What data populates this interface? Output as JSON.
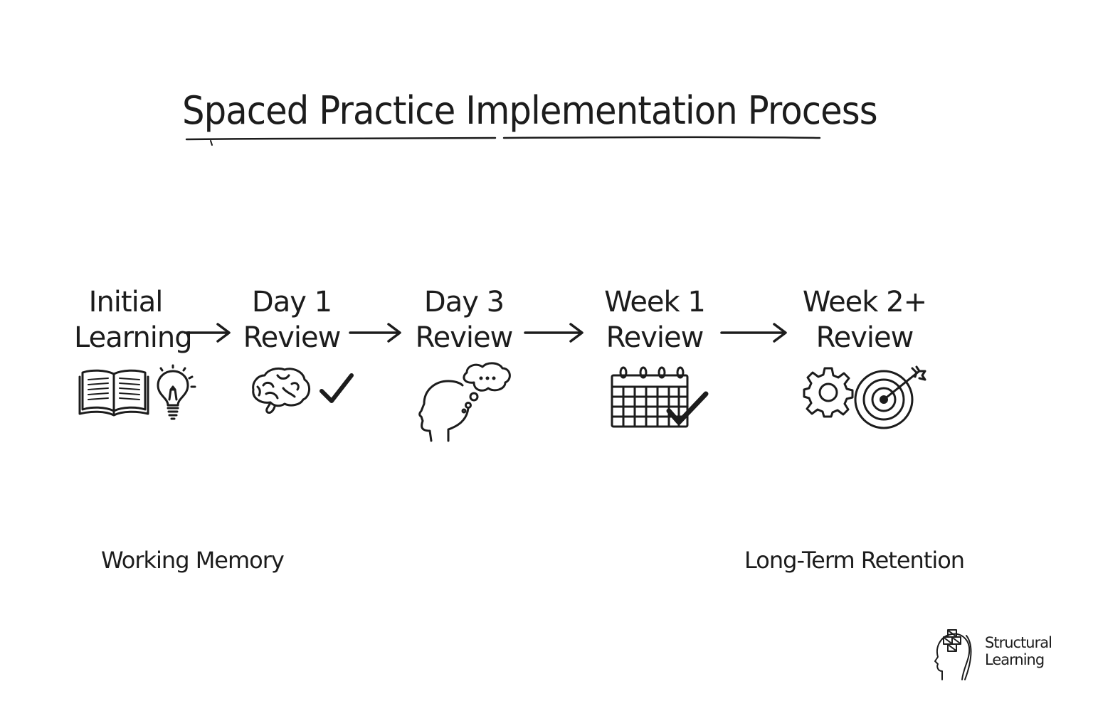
{
  "title": "Spaced Practice Implementation Process",
  "steps": [
    {
      "line1": "Initial",
      "line2": "Learning",
      "icons": [
        "open-book-icon",
        "lightbulb-icon"
      ]
    },
    {
      "line1": "Day 1",
      "line2": "Review",
      "icons": [
        "brain-icon",
        "checkmark-icon"
      ]
    },
    {
      "line1": "Day 3",
      "line2": "Review",
      "icons": [
        "head-thought-bubble-icon"
      ]
    },
    {
      "line1": "Week 1",
      "line2": "Review",
      "icons": [
        "calendar-check-icon"
      ]
    },
    {
      "line1": "Week 2+",
      "line2": "Review",
      "icons": [
        "gear-icon",
        "target-arrow-icon"
      ]
    }
  ],
  "bottom_labels": {
    "left": "Working Memory",
    "right": "Long-Term Retention"
  },
  "logo": {
    "line1": "Structural",
    "line2": "Learning",
    "icon": "head-puzzle-icon"
  },
  "colors": {
    "ink": "#1c1c1c",
    "background": "#ffffff"
  }
}
